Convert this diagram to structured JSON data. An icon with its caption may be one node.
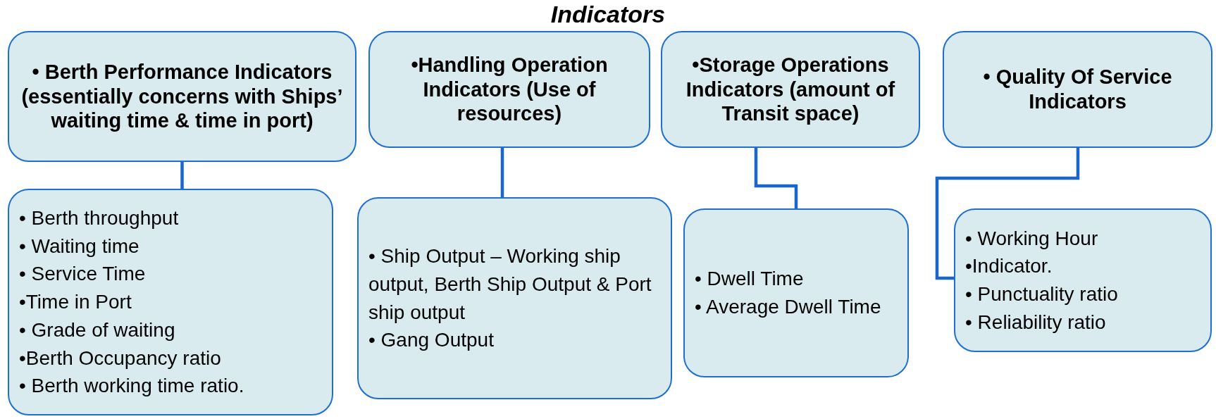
{
  "diagram": {
    "title": "Indicators",
    "nodes": [
      {
        "text": [
          "• Berth Performance Indicators (essentially concerns with Ships’ waiting time & time in port)"
        ]
      },
      {
        "text": [
          "• Berth throughput",
          "• Waiting time",
          "• Service Time",
          "•Time in Port",
          "• Grade of waiting",
          "•Berth Occupancy ratio",
          "• Berth working time ratio."
        ]
      },
      {
        "text": [
          "•Handling Operation Indicators (Use of resources)"
        ]
      },
      {
        "text": [
          "• Ship Output – Working ship output, Berth Ship Output & Port ship output",
          "• Gang Output"
        ]
      },
      {
        "text": [
          "•Storage Operations Indicators (amount of Transit space)"
        ]
      },
      {
        "text": [
          "• Dwell Time",
          "• Average Dwell Time"
        ]
      },
      {
        "text": [
          "• Quality Of Service Indicators"
        ]
      },
      {
        "text": [
          "• Working Hour",
          "•Indicator.",
          "• Punctuality ratio",
          "• Reliability ratio"
        ]
      }
    ],
    "edges": [
      {
        "from": 0,
        "to": 1,
        "arrow": "none"
      },
      {
        "from": 2,
        "to": 3,
        "arrow": "none"
      },
      {
        "from": 4,
        "to": 5,
        "arrow": "none"
      },
      {
        "from": 6,
        "to": 7,
        "arrow": "none"
      }
    ]
  }
}
